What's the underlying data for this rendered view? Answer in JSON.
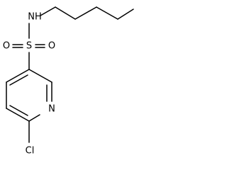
{
  "molecule": {
    "atom_labels": {
      "nh": "NH",
      "s": "S",
      "o_left": "O",
      "o_right": "O",
      "n_ring": "N",
      "cl": "Cl"
    }
  },
  "colors": {
    "bond": "#000000",
    "label": "#000000",
    "background": "#ffffff"
  }
}
